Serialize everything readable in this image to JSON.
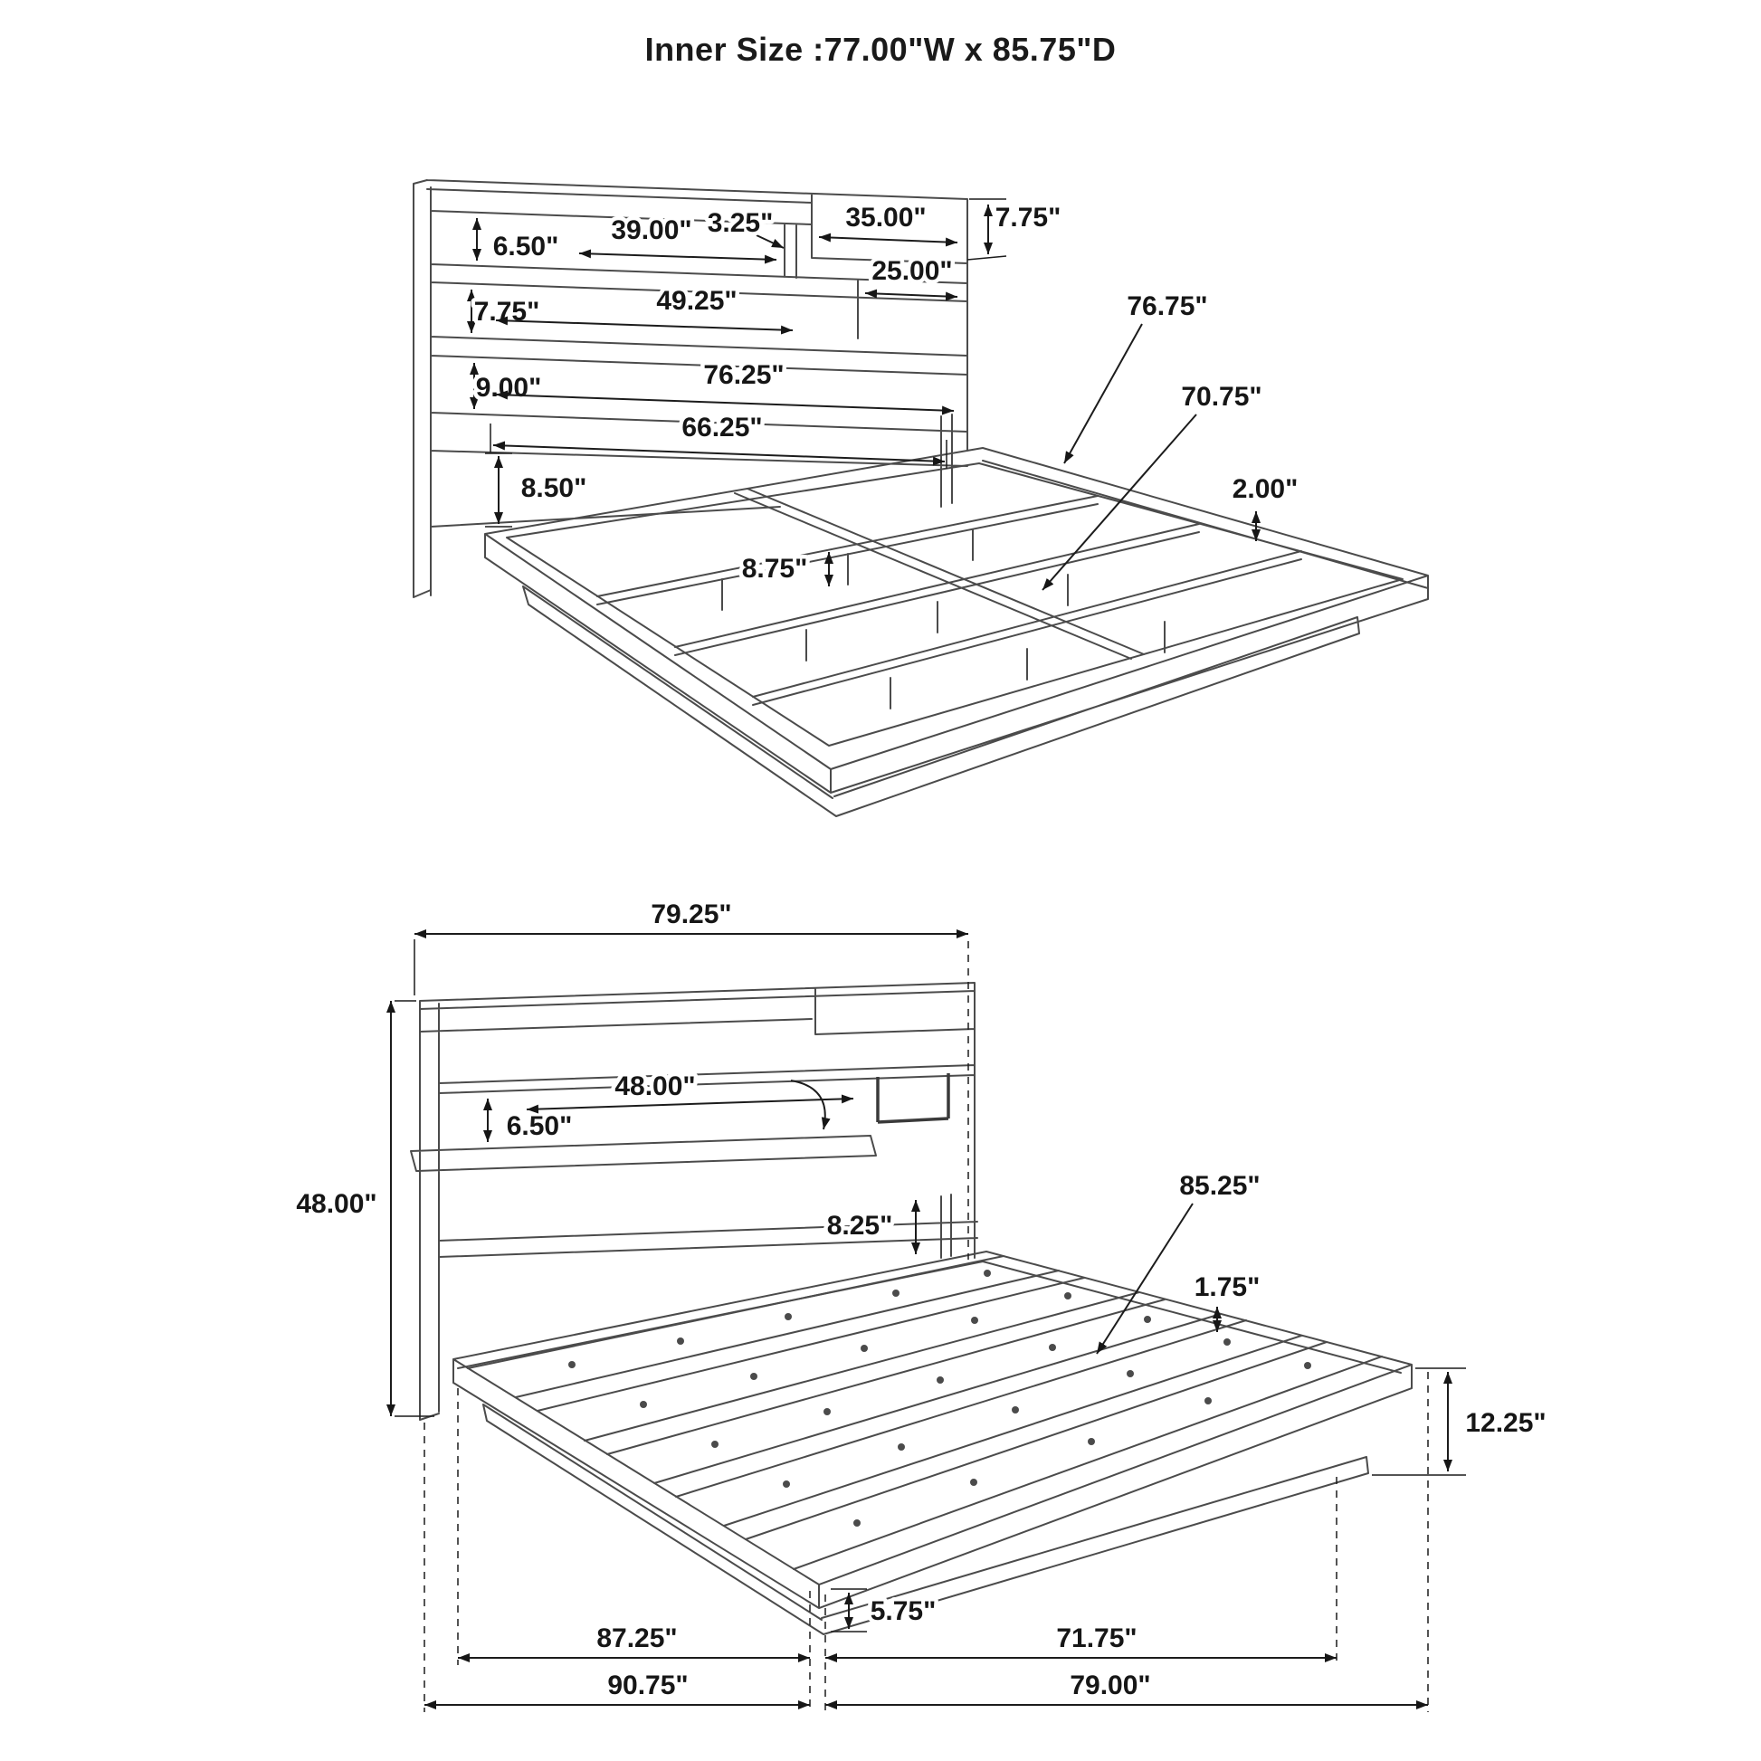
{
  "title": "Inner Size :77.00\"W x 85.75\"D",
  "top_view": {
    "dims": {
      "shelf1_height": "6.50\"",
      "shelf1_width": "39.00\"",
      "divider_width": "3.25\"",
      "right_compartment_width": "35.00\"",
      "top_section_height": "7.75\"",
      "right_shelf_width": "25.00\"",
      "shelf2_height": "7.75\"",
      "shelf2_width": "49.25\"",
      "shelf3_height": "9.00\"",
      "shelf3_width": "76.25\"",
      "inner_opening_width": "66.25\"",
      "ledge_height": "8.50\"",
      "support_leg_height": "8.75\"",
      "side_rail_length": "76.75\"",
      "center_rail_length": "70.75\"",
      "rail_thickness": "2.00\""
    }
  },
  "bottom_view": {
    "dims": {
      "headboard_width": "79.25\"",
      "headboard_height": "48.00\"",
      "shelf_opening_height": "6.50\"",
      "shelf_opening_width": "48.00\"",
      "ledge_height": "8.25\"",
      "deck_length": "85.25\"",
      "slat_thickness": "1.75\"",
      "base_height": "12.25\"",
      "base_recess_height": "5.75\"",
      "inner_length_left": "87.25\"",
      "inner_length_right": "71.75\"",
      "overall_depth": "90.75\"",
      "overall_width": "79.00\""
    }
  }
}
